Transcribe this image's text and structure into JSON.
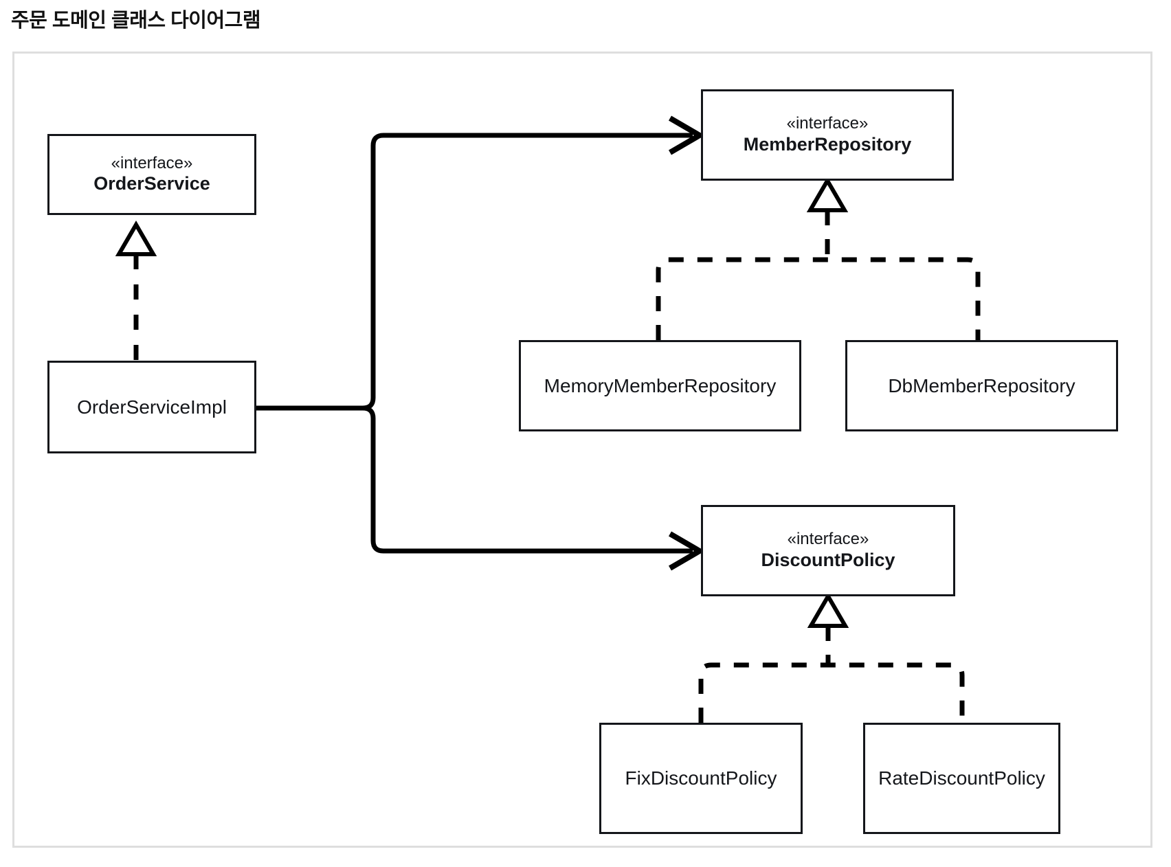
{
  "page": {
    "title": "주문 도메인 클래스 다이어그램"
  },
  "diagram": {
    "type": "uml-class-diagram",
    "colors": {
      "box_border": "#14161a",
      "box_fill": "#ffffff",
      "connector": "#000000",
      "frame_border": "#dedede",
      "background": "#ffffff"
    },
    "stereotype_label": "«interface»",
    "classes": [
      {
        "id": "order-service",
        "name": "OrderService",
        "stereotype": "«interface»",
        "kind": "interface"
      },
      {
        "id": "order-service-impl",
        "name": "OrderServiceImpl",
        "stereotype": "",
        "kind": "class"
      },
      {
        "id": "member-repository",
        "name": "MemberRepository",
        "stereotype": "«interface»",
        "kind": "interface"
      },
      {
        "id": "memory-member-repository",
        "name": "MemoryMemberRepository",
        "stereotype": "",
        "kind": "class"
      },
      {
        "id": "db-member-repository",
        "name": "DbMemberRepository",
        "stereotype": "",
        "kind": "class"
      },
      {
        "id": "discount-policy",
        "name": "DiscountPolicy",
        "stereotype": "«interface»",
        "kind": "interface"
      },
      {
        "id": "fix-discount-policy",
        "name": "FixDiscountPolicy",
        "stereotype": "",
        "kind": "class"
      },
      {
        "id": "rate-discount-policy",
        "name": "RateDiscountPolicy",
        "stereotype": "",
        "kind": "class"
      }
    ],
    "relations": [
      {
        "from": "order-service-impl",
        "to": "order-service",
        "type": "realization",
        "line": "dashed",
        "head": "hollow-triangle"
      },
      {
        "from": "memory-member-repository",
        "to": "member-repository",
        "type": "realization",
        "line": "dashed",
        "head": "hollow-triangle"
      },
      {
        "from": "db-member-repository",
        "to": "member-repository",
        "type": "realization",
        "line": "dashed",
        "head": "hollow-triangle"
      },
      {
        "from": "fix-discount-policy",
        "to": "discount-policy",
        "type": "realization",
        "line": "dashed",
        "head": "hollow-triangle"
      },
      {
        "from": "rate-discount-policy",
        "to": "discount-policy",
        "type": "realization",
        "line": "dashed",
        "head": "hollow-triangle"
      },
      {
        "from": "order-service-impl",
        "to": "member-repository",
        "type": "association",
        "line": "solid",
        "head": "open-arrow"
      },
      {
        "from": "order-service-impl",
        "to": "discount-policy",
        "type": "association",
        "line": "solid",
        "head": "open-arrow"
      }
    ]
  }
}
